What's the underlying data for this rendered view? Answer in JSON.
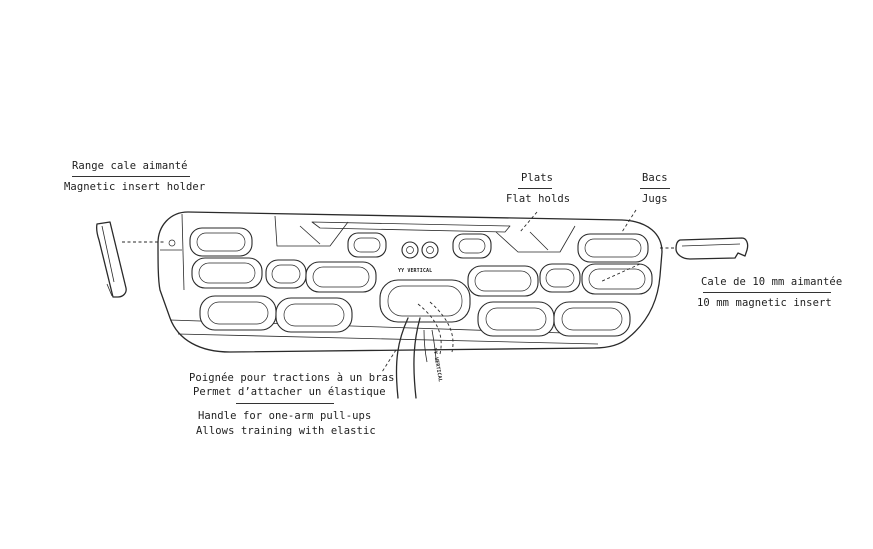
{
  "labels": {
    "insert_holder_fr": "Range cale aimanté",
    "insert_holder_en": "Magnetic insert holder",
    "plats_fr": "Plats",
    "plats_en": "Flat holds",
    "bacs_fr": "Bacs",
    "bacs_en": "Jugs",
    "insert_fr": "Cale de 10 mm aimantée",
    "insert_en": "10 mm magnetic insert",
    "handle_fr_1": "Poignée pour tractions à un bras",
    "handle_fr_2": "Permet d’attacher un élastique",
    "handle_en_1": "Handle for one-arm pull-ups",
    "handle_en_2": "Allows training with elastic"
  },
  "product": {
    "brand": "YY VERTICAL",
    "strap_text": "YY VERTICAL"
  },
  "colors": {
    "line": "#2a2a2a",
    "background": "#ffffff"
  }
}
